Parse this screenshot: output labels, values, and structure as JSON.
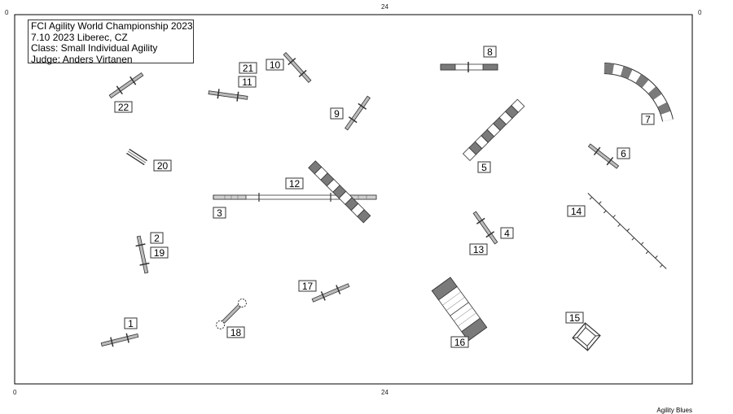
{
  "header": {
    "title": "FCI Agility World Championship 2023",
    "date_place": "7.10 2023 Liberec, CZ",
    "class": "Class: Small Individual Agility",
    "judge": "Judge: Anders Virtanen"
  },
  "axis": {
    "top_left": "0",
    "top_mid": "24",
    "top_right": "0",
    "bottom_left": "0",
    "bottom_mid": "24"
  },
  "brand": "Agility Blues",
  "colors": {
    "grey": "#7a7a7a",
    "light": "#ffffff",
    "line": "#333333"
  },
  "obstacles": [
    {
      "number": "1",
      "type": "jump"
    },
    {
      "number": "2",
      "type": "jump"
    },
    {
      "number": "3",
      "type": "dogwalk"
    },
    {
      "number": "4",
      "type": "jump"
    },
    {
      "number": "5",
      "type": "tunnel"
    },
    {
      "number": "6",
      "type": "jump"
    },
    {
      "number": "7",
      "type": "tunnel"
    },
    {
      "number": "8",
      "type": "wall"
    },
    {
      "number": "9",
      "type": "jump"
    },
    {
      "number": "10",
      "type": "jump"
    },
    {
      "number": "11",
      "type": "jump"
    },
    {
      "number": "12",
      "type": "tunnel"
    },
    {
      "number": "13",
      "type": "jump"
    },
    {
      "number": "14",
      "type": "weave-poles"
    },
    {
      "number": "15",
      "type": "table"
    },
    {
      "number": "16",
      "type": "a-frame"
    },
    {
      "number": "17",
      "type": "jump"
    },
    {
      "number": "18",
      "type": "tyre"
    },
    {
      "number": "19",
      "type": "jump"
    },
    {
      "number": "20",
      "type": "long-jump"
    },
    {
      "number": "21",
      "type": "jump"
    },
    {
      "number": "22",
      "type": "jump"
    }
  ]
}
